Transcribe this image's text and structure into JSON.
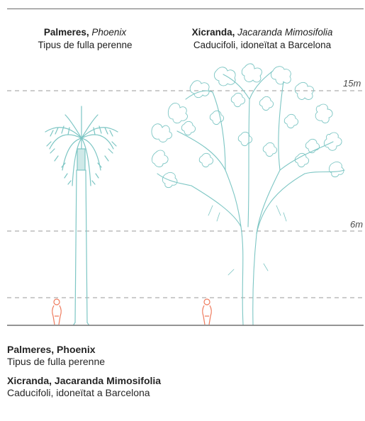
{
  "species": {
    "palm": {
      "common": "Palmeres,",
      "scientific": "Phoenix",
      "leaf_type": "Tipus de fulla perenne",
      "caption_title": "Palmeres, Phoenix",
      "caption_text": "Tipus de fulla perenne"
    },
    "jacaranda": {
      "common": "Xicranda,",
      "scientific": "Jacaranda Mimosifolia",
      "leaf_type": "Caducifoli, idoneïtat a Barcelona",
      "caption_title": "Xicranda, Jacaranda Mimosifolia",
      "caption_text": "Caducifoli, idoneïtat a Barcelona"
    }
  },
  "heights": {
    "high": "15m",
    "mid": "6m"
  },
  "colors": {
    "tree": "#7dc6c4",
    "person": "#ef7a5c",
    "dashed_line": "#9a9a9a",
    "ground": "#555555"
  }
}
